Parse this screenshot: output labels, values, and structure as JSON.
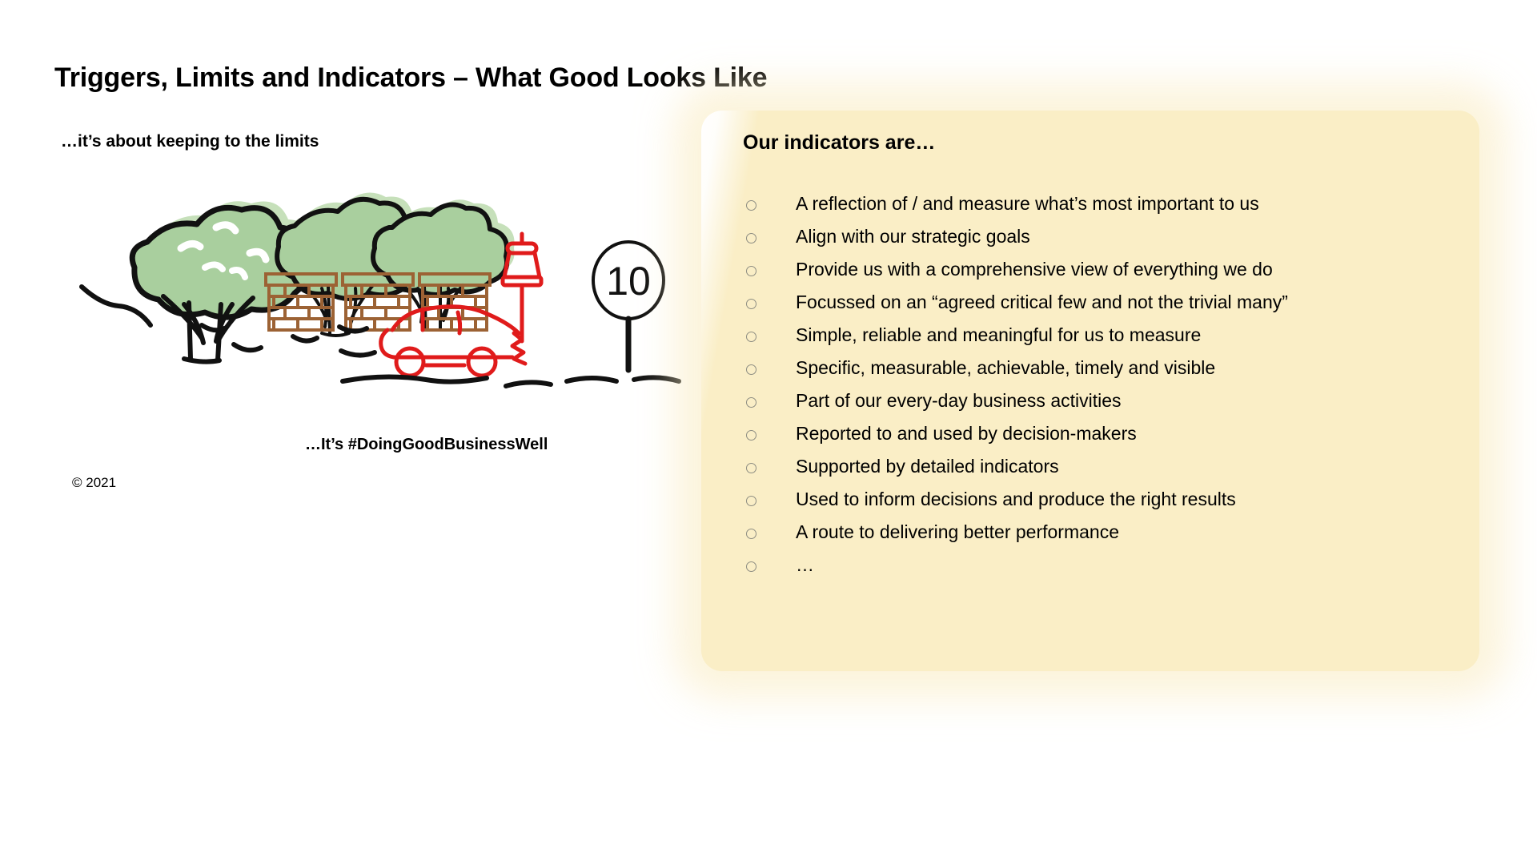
{
  "slide": {
    "title": "Triggers, Limits and Indicators – What Good Looks Like",
    "left_subtitle": "…it’s about keeping to the limits",
    "illustration_caption": "…It’s #DoingGoodBusinessWell",
    "copyright": "© 2021",
    "background_color": "#ffffff"
  },
  "illustration": {
    "name": "road-scene-illustration",
    "speed_limit_sign_value": "10",
    "elements": [
      "tree-large",
      "tree-medium",
      "tree-small",
      "brick-wall-segment-1",
      "brick-wall-segment-2",
      "brick-wall-segment-3",
      "crashed-car",
      "lamp-post",
      "speed-limit-sign",
      "road-line"
    ],
    "colors": {
      "foliage": "#a9cf9e",
      "foliage_shadow": "#c3dfb8",
      "outline": "#111111",
      "brick": "#9c6234",
      "car": "#e01b1b",
      "lamp": "#e01b1b"
    }
  },
  "indicators": {
    "heading": "Our indicators are…",
    "panel_color": "#faeec6",
    "bullet_glyph": "circle-outline",
    "items": [
      "A reflection of / and measure what’s most important to us",
      "Align with our strategic goals",
      "Provide us with a comprehensive view of everything we do",
      "Focussed on an “agreed critical few and not the trivial many”",
      "Simple, reliable and meaningful for us to measure",
      "Specific, measurable, achievable, timely and visible",
      "Part of our every-day business activities",
      "Reported to and used by decision-makers",
      "Supported by detailed indicators",
      "Used to inform decisions and produce the right results",
      "A route to delivering better performance",
      "…"
    ]
  }
}
